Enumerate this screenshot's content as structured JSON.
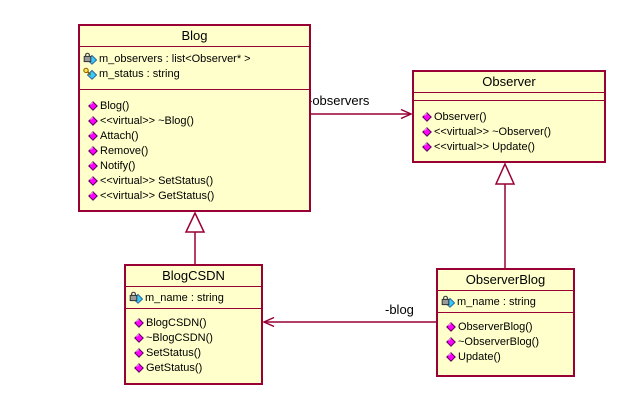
{
  "diagram": {
    "kind": "uml-class-diagram",
    "background_color": "#FFFFFF",
    "box_fill_color": "#FFFFCC",
    "line_color": "#990033",
    "text_color": "#000000",
    "public_method_icon_color": "#FF00FF",
    "member_diamond_color": "#33CCFF"
  },
  "classes": [
    {
      "name": "Blog",
      "attributes": [
        {
          "icon": "private-lock-icon",
          "text": "m_observers : list<Observer* >"
        },
        {
          "icon": "protected-key-icon",
          "text": "m_status : string"
        }
      ],
      "methods": [
        {
          "icon": "public-method-icon",
          "text": "Blog()"
        },
        {
          "icon": "public-method-icon",
          "text": "<<virtual>> ~Blog()"
        },
        {
          "icon": "public-method-icon",
          "text": "Attach()"
        },
        {
          "icon": "public-method-icon",
          "text": "Remove()"
        },
        {
          "icon": "public-method-icon",
          "text": "Notify()"
        },
        {
          "icon": "public-method-icon",
          "text": "<<virtual>> SetStatus()"
        },
        {
          "icon": "public-method-icon",
          "text": "<<virtual>> GetStatus()"
        }
      ]
    },
    {
      "name": "Observer",
      "attributes": [],
      "methods": [
        {
          "icon": "public-method-icon",
          "text": "Observer()"
        },
        {
          "icon": "public-method-icon",
          "text": "<<virtual>> ~Observer()"
        },
        {
          "icon": "public-method-icon",
          "text": "<<virtual>> Update()"
        }
      ]
    },
    {
      "name": "BlogCSDN",
      "attributes": [
        {
          "icon": "private-lock-icon",
          "text": "m_name : string"
        }
      ],
      "methods": [
        {
          "icon": "public-method-icon",
          "text": "BlogCSDN()"
        },
        {
          "icon": "public-method-icon",
          "text": "~BlogCSDN()"
        },
        {
          "icon": "public-method-icon",
          "text": "SetStatus()"
        },
        {
          "icon": "public-method-icon",
          "text": "GetStatus()"
        }
      ]
    },
    {
      "name": "ObserverBlog",
      "attributes": [
        {
          "icon": "private-lock-icon",
          "text": "m_name : string"
        }
      ],
      "methods": [
        {
          "icon": "public-method-icon",
          "text": "ObserverBlog()"
        },
        {
          "icon": "public-method-icon",
          "text": "~ObserverBlog()"
        },
        {
          "icon": "public-method-icon",
          "text": "Update()"
        }
      ]
    }
  ],
  "relations": [
    {
      "type": "association",
      "from": "Blog",
      "to": "Observer",
      "label": "-observers"
    },
    {
      "type": "association",
      "from": "ObserverBlog",
      "to": "BlogCSDN",
      "label": "-blog"
    },
    {
      "type": "generalization",
      "from": "BlogCSDN",
      "to": "Blog",
      "label": ""
    },
    {
      "type": "generalization",
      "from": "ObserverBlog",
      "to": "Observer",
      "label": ""
    }
  ]
}
